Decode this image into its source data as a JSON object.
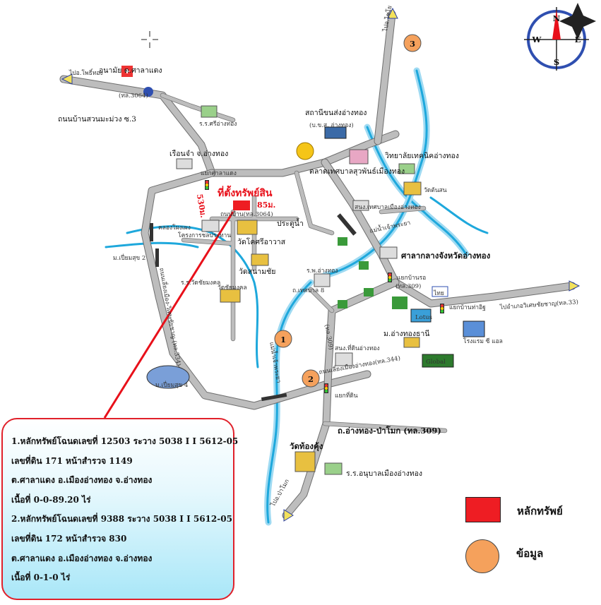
{
  "map": {
    "place_labels": {
      "health_station": "อนามัย ต.ศาลาแดง",
      "road_3064": "(ทล.3064)",
      "suan_mamuang_road": "ถนนบ้านสวนมะม่วง ซ.3",
      "school_sriangthong": "ร.ร.ศรีอ่างทอง",
      "prison": "เรือนจำ จ.อ่างทอง",
      "salaaedaeng_junction": "แยกศาลาแดง",
      "radio_station": "สถานีขนส่งอ่างทอง",
      "radio_station_sub": "(บ.ข.ส. อ่างทอง)",
      "market": "ตลาดเทศบาล",
      "museum": "สุวพันธ์เมืองทอง",
      "college": "วิทยาลัยเทคนิคอ่างทอง",
      "wat_tonson": "วัดต้นสน",
      "municipal_office": "สนง.เทศบาลเมืองอ่างทอง",
      "property_location": "ที่ตั้งทรัพย์สิน",
      "distance_530": "530ม.",
      "distance_85": "85ม.",
      "local_road_3064": "ถนนบ้าน(ทล.3064)",
      "pratu_nam": "ประตูน้ำ",
      "irrigation_project": "โครงการชลประทาน",
      "wat_khunin": "วัดโคศรีอาวาส",
      "canal_left": "คลองโผงเผง",
      "m_pinthong": "ม.เปี่ยมสุข 2",
      "wat_sanam_chai": "วัดสนามชัย",
      "chao_phraya": "แม่น้ำเจ้าพระยา",
      "provincial_hall": "ศาลากลางจังหวัดอ่างทอง",
      "hospital": "ร.พ.อ่างทอง",
      "school_phetmongkhol": "ร.ร.วัดชัยมงคล",
      "wat_chaimongkhol": "วัดชัยมงคล",
      "road_left_vertical": "ถนนเลี่ยงเมือง-วิเศษชัยชาญ (ทล.334)",
      "samrong_junction": "แยกบ้านรอ",
      "road_309_top": "(ทล.309)",
      "road_left_label": "ถ.เทศบาล 8",
      "to_suphan": "ไปอำเภอวิเศษชัยชาญ(ทล.33)",
      "bantaphi_junction": "แยกบ้านท่าอิฐ",
      "thai_label": "ไทย",
      "lotus": "Lotus",
      "school_anubaan_top": "ม.อ่างทองธานี",
      "hotel": "โรงแรม ซี แอล",
      "land_office": "สนง.ที่ดินอ่างทอง",
      "bypass_344": "ถนนเลี่ยงเมืองอ่างทอง(ทล.344)",
      "chao_phraya_river": "แม่น้ำเจ้าพระยา",
      "global": "Global",
      "kaw_din_junction": "แยกที่ดิน",
      "ban_khai": "ม.เปี่ยมสุข 4",
      "road_309_pamok": "ถ.อ่างทอง-ป่าโมก (ทล.309)",
      "wat_thong_khung": "วัดท้องคุ้ง",
      "school_anuban": "ร.ร.อนุบาลเมืองอ่างทอง",
      "to_pamok": "ไปอ.ป่าโมก",
      "to_bangpahan": "ไปอ.โพธิ์ทอง",
      "to_chaiyo": "ไปอ.ไชโย",
      "road_bypass_vertical": "(ทล.309)"
    },
    "markers": [
      {
        "id": "1",
        "label": "1"
      },
      {
        "id": "2",
        "label": "2"
      },
      {
        "id": "3",
        "label": "3"
      }
    ],
    "compass": {
      "n": "N",
      "s": "S",
      "e": "E",
      "w": "W"
    }
  },
  "info_box": {
    "lines": [
      "1.หลักทรัพย์โฉนดเลขที่ 12503  ระวาง 5038 I I 5612-05",
      "เลขที่ดิน 171 หน้าสำรวจ 1149",
      "ต.ศาลาแดง อ.เมืองอ่างทอง จ.อ่างทอง",
      "เนื้อที่ 0-0-89.20 ไร่",
      "2.หลักทรัพย์โฉนดเลขที่ 9388  ระวาง 5038 I I 5612-05",
      "เลขที่ดิน 172 หน้าสำรวจ 830",
      "ต.ศาลาแดง อ.เมืองอ่างทอง จ.อ่างทอง",
      "เนื้อที่ 0-1-0 ไร่"
    ]
  },
  "legend": {
    "property_label": "หลักทรัพย์",
    "data_label": "ข้อมูล",
    "property_color": "#ee1d23",
    "data_color": "#f5a15c"
  },
  "colors": {
    "road": "#bdbdbd",
    "river": "#1ea8dc",
    "highlight": "#e8101a"
  }
}
